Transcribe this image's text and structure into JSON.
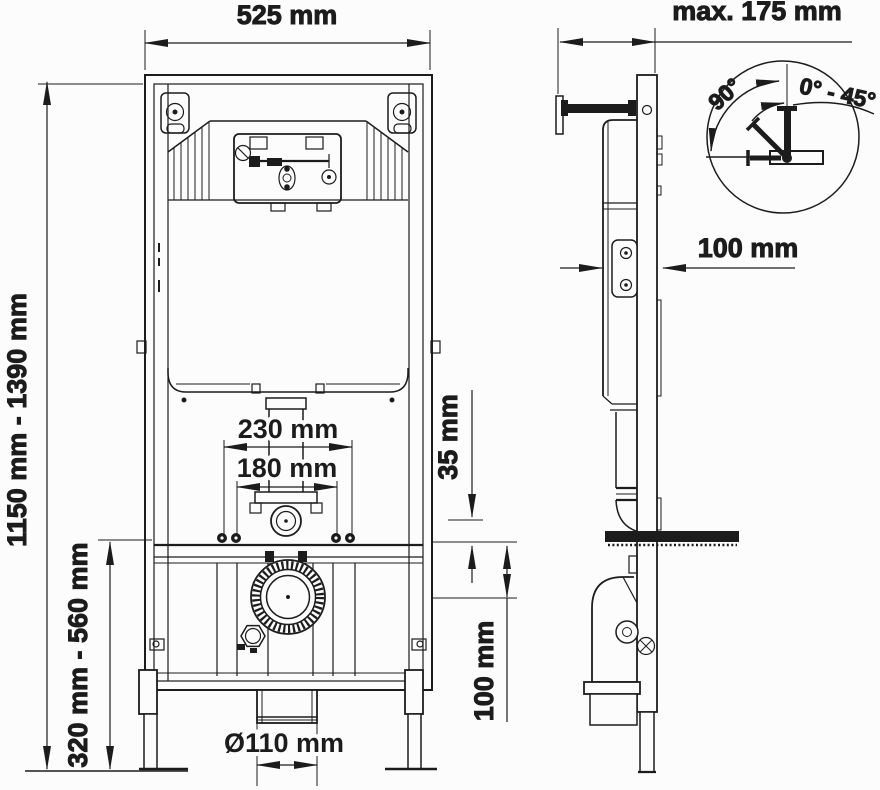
{
  "colors": {
    "background": "#fcfcfc",
    "line": "#1c1c1c"
  },
  "front_view": {
    "width": "525 mm",
    "height_range": "1150 mm - 1390 mm",
    "lower_height_range": "320 mm - 560 mm",
    "fixing_bolts_outer": "230 mm",
    "fixing_bolts_inner": "180 mm",
    "outlet_offset": "35 mm",
    "outlet_height": "100 mm",
    "waste_pipe_diameter": "Ø110 mm"
  },
  "side_view": {
    "max_depth": "max. 175 mm",
    "frame_depth": "100 mm",
    "bracket_angle_max": "90°",
    "bracket_angle_range": "0° - 45°"
  }
}
